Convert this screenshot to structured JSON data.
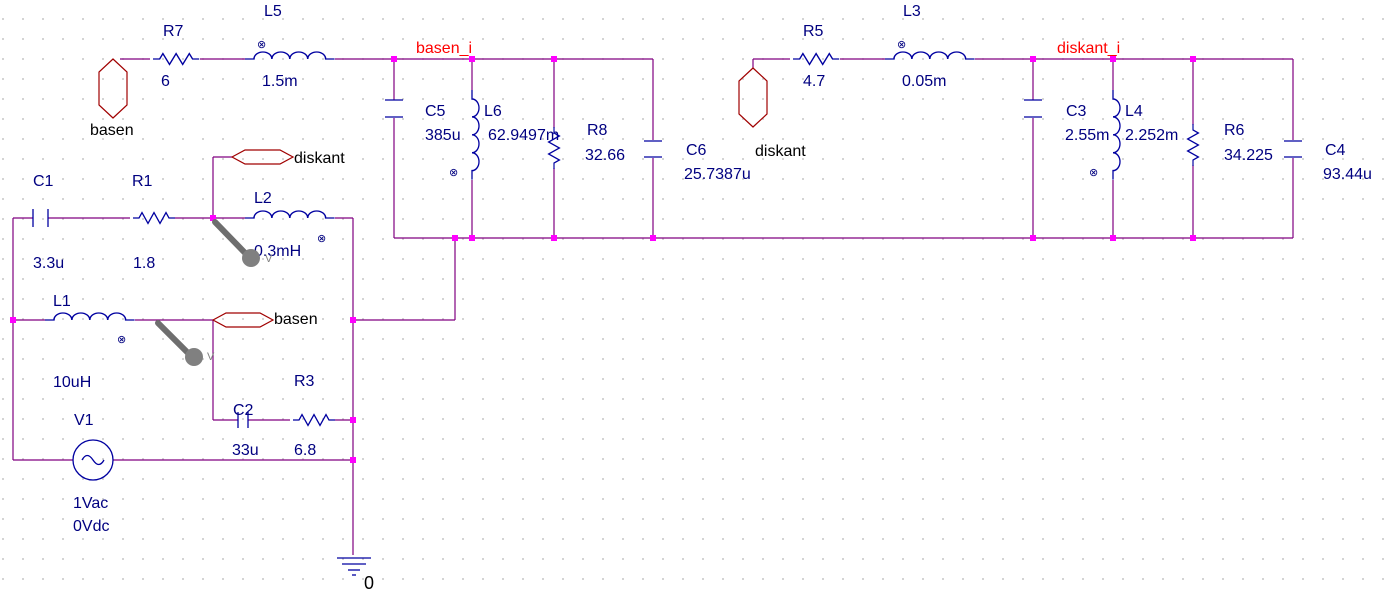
{
  "nets": {
    "basen_i": "basen_i",
    "diskant_i": "diskant_i"
  },
  "ports": {
    "basen_top": "basen",
    "diskant_top": "diskant",
    "diskant_left": "diskant",
    "basen_left": "basen"
  },
  "components": {
    "R7": {
      "ref": "R7",
      "value": "6"
    },
    "L5": {
      "ref": "L5",
      "value": "1.5m"
    },
    "C5": {
      "ref": "C5",
      "value": "385u"
    },
    "L6": {
      "ref": "L6",
      "value": "62.9497m"
    },
    "R8": {
      "ref": "R8",
      "value": "32.66"
    },
    "C6": {
      "ref": "C6",
      "value": "25.7387u"
    },
    "R5": {
      "ref": "R5",
      "value": "4.7"
    },
    "L3": {
      "ref": "L3",
      "value": "0.05m"
    },
    "C3": {
      "ref": "C3",
      "value": "2.55m"
    },
    "L4": {
      "ref": "L4",
      "value": "2.252m"
    },
    "R6": {
      "ref": "R6",
      "value": "34.225"
    },
    "C4": {
      "ref": "C4",
      "value": "93.44u"
    },
    "C1": {
      "ref": "C1",
      "value": "3.3u"
    },
    "R1": {
      "ref": "R1",
      "value": "1.8"
    },
    "L2": {
      "ref": "L2",
      "value": "0.3mH"
    },
    "L1": {
      "ref": "L1",
      "value": "10uH"
    },
    "C2": {
      "ref": "C2",
      "value": "33u"
    },
    "R3": {
      "ref": "R3",
      "value": "6.8"
    },
    "V1": {
      "ref": "V1",
      "ac": "1Vac",
      "dc": "0Vdc"
    }
  },
  "ground": {
    "label": "0"
  },
  "probe_letter": "V",
  "colors": {
    "wire": "#800080",
    "component": "#0000a0",
    "port": "#a00000",
    "junction": "#ff00ff",
    "net_label": "#ff0000",
    "probe": "#808080"
  }
}
